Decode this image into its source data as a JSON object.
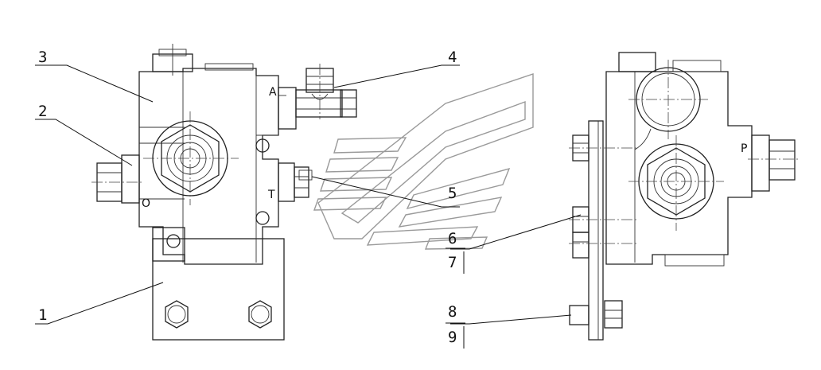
{
  "callouts": {
    "c1": "1",
    "c2": "2",
    "c3": "3",
    "c4": "4",
    "c5": "5",
    "c6": "6",
    "c7": "7",
    "c8": "8",
    "c9": "9"
  },
  "ports": {
    "a": "A",
    "o": "O",
    "t": "T",
    "p": "P"
  },
  "colors": {
    "line": "#222222",
    "watermark": "#9a9a9a",
    "background": "#ffffff"
  }
}
